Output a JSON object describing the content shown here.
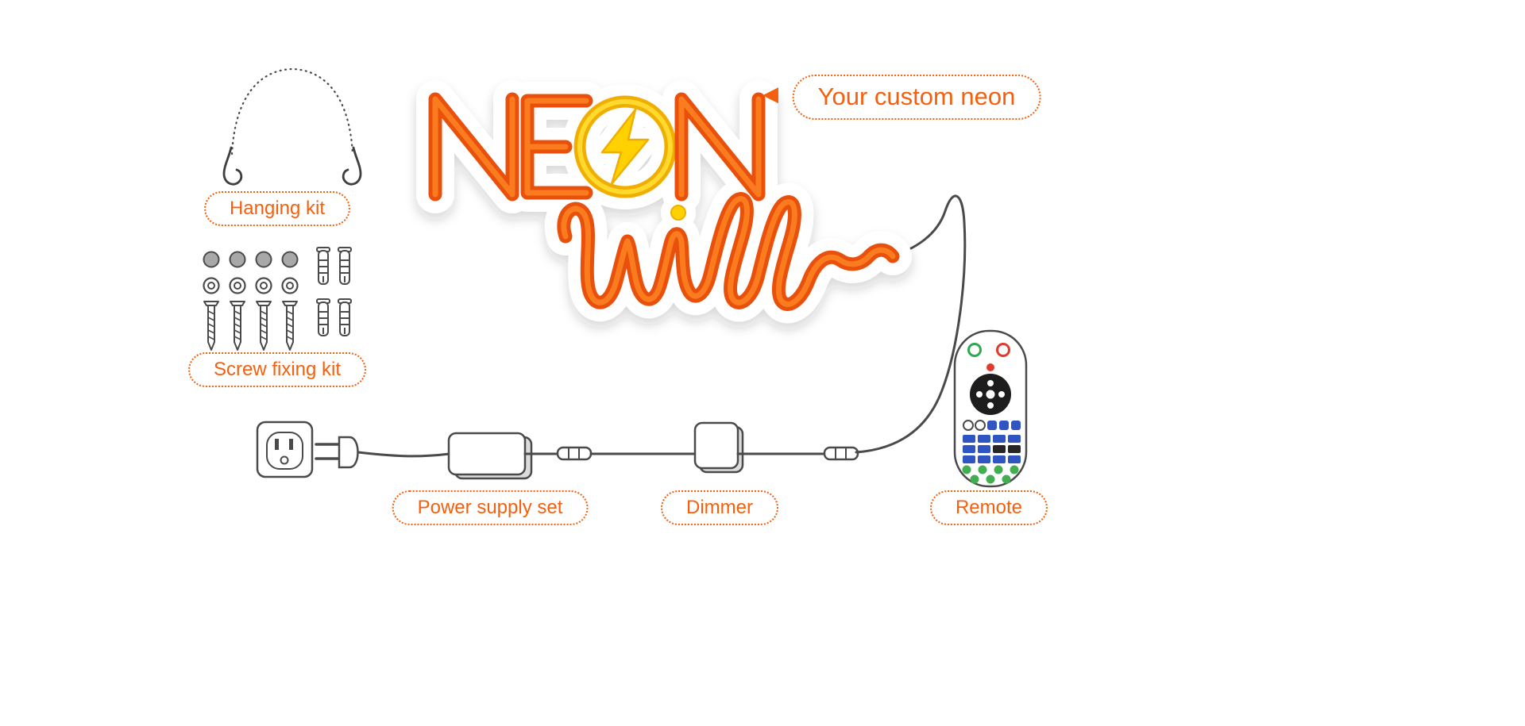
{
  "colors": {
    "accent_orange": "#f4600e",
    "neon_orange": "#e8500c",
    "neon_orange_light": "#fb7c1e",
    "neon_yellow": "#ffd100",
    "neon_yellow_deep": "#efae00",
    "wire_gray": "#4a4a4a",
    "outline_gray": "#4a4a4a"
  },
  "sign": {
    "word_top": "NEON",
    "word_bottom": "will~"
  },
  "callout": {
    "arrow": "◀",
    "label": "Your custom neon"
  },
  "labels": {
    "hanging_kit": "Hanging kit",
    "screw_fixing_kit": "Screw fixing kit",
    "power_supply": "Power supply set",
    "dimmer": "Dimmer",
    "remote": "Remote"
  }
}
